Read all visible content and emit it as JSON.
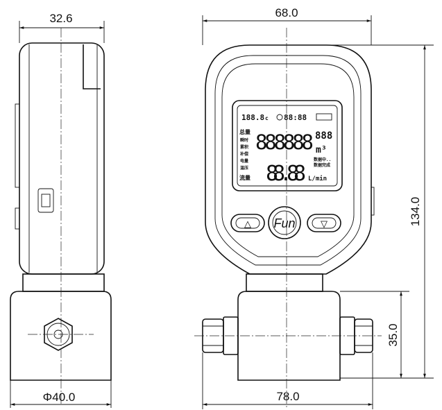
{
  "dimensions": {
    "side_depth": "32.6",
    "front_width": "68.0",
    "total_height": "134.0",
    "base_height": "35.0",
    "base_diameter": "Φ40.0",
    "fitting_width": "78.0"
  },
  "lcd": {
    "temperature": "188.8",
    "temp_unit": "c",
    "clock": "88:88",
    "total_digits": "888888",
    "total_small": "888",
    "total_unit": "m³",
    "flow_digits": "88.88",
    "flow_unit": "L/min",
    "labels": [
      "总量",
      "瞬时",
      "累积",
      "补偿",
      "电量",
      "温压",
      "流量"
    ],
    "status_lines": [
      "数据中..",
      "数据完成"
    ]
  },
  "buttons": {
    "up": "△",
    "fun": "Fun",
    "down": "▽"
  }
}
